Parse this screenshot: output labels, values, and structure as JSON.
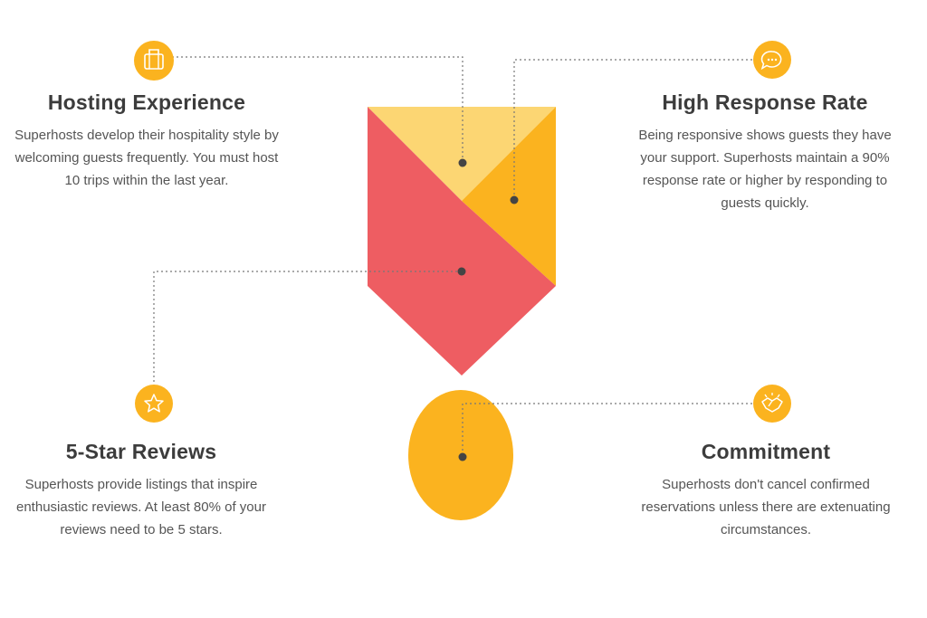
{
  "colors": {
    "yellow": "#FBB31F",
    "light_yellow": "#FCD673",
    "coral": "#EE5D62",
    "connector": "#777777",
    "dot": "#444444"
  },
  "features": {
    "hosting": {
      "icon": "luggage-icon",
      "title": "Hosting Experience",
      "description": "Superhosts develop their hospitality style by welcoming guests frequently. You must host 10 trips within the last year."
    },
    "response": {
      "icon": "chat-bubble-icon",
      "title": "High Response Rate",
      "description": "Being responsive shows guests they have your support. Superhosts maintain a 90% response rate or higher by responding to guests quickly."
    },
    "reviews": {
      "icon": "star-icon",
      "title": "5-Star Reviews",
      "description": "Superhosts provide listings that inspire enthusiastic reviews. At least 80% of your reviews need to be 5 stars."
    },
    "commitment": {
      "icon": "handshake-icon",
      "title": "Commitment",
      "description": "Superhosts don't cancel confirmed reservations unless there are extenuating circumstances."
    }
  }
}
